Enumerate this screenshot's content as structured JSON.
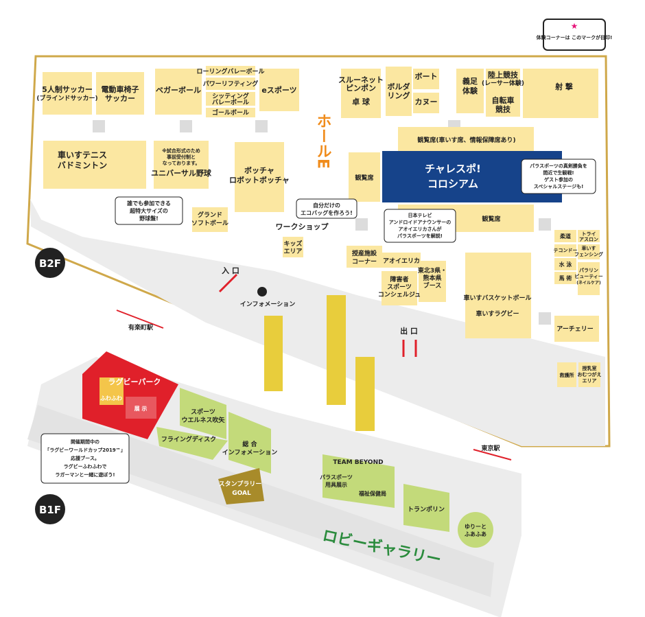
{
  "legend": {
    "note": "体験コーナーは このマークが目印!",
    "star_symbol": "★"
  },
  "floors": {
    "b2f": "B2F",
    "b1f": "B1F"
  },
  "hall": {
    "name": "ホールE"
  },
  "b2f": {
    "booths": {
      "soccer5": [
        "5人制サッカー",
        "(ブラインドサッカー)"
      ],
      "powerchair_soccer": [
        "電動車椅子",
        "サッカー"
      ],
      "boccia_ball": "ベガーボール",
      "rolling": "ローリングバレーボール",
      "powerlifting": "パワーリフティング",
      "sitting_volley": [
        "シッティング",
        "バレーボール"
      ],
      "goalball": "ゴールボール",
      "esports": "eスポーツ",
      "sloop": [
        "スルーネット",
        "ピンポン"
      ],
      "table_tennis": "卓 球",
      "bouldering": [
        "ボルダ",
        "リング"
      ],
      "boat": "ボート",
      "canoe": "カヌー",
      "prosthetics": [
        "義足",
        "体験"
      ],
      "athletics": [
        "陸上競技",
        "(レーサー体験)"
      ],
      "wheelchair_race": [
        "自転車",
        "競技"
      ],
      "shooting": "射 撃",
      "wc_tennis": [
        "車いすテニス",
        "バドミントン"
      ],
      "universal_baseball": "ユニバーサル野球",
      "universal_note": [
        "※試合形式のため",
        "事前受付制と",
        "なっております。"
      ],
      "boccia": [
        "ボッチャ",
        "ロボットボッチャ"
      ],
      "ground_softball": [
        "グランド",
        "ソフトボール"
      ],
      "workshop": "ワークショップ",
      "kids": [
        "キッズ",
        "エリア"
      ],
      "seats_top": "観覧席(車いす席、情報保障席あり)",
      "seats_left": "観覧席",
      "seats_bottom": "観覧席",
      "colosseum": [
        "チャレスポ!",
        "コロシアム"
      ],
      "support": [
        "授産施設",
        "コーナー"
      ],
      "aoi": "アオイエリカ",
      "concierge": [
        "障害者",
        "スポーツ",
        "コンシェルジュ"
      ],
      "tohoku": [
        "東北3県・",
        "熊本県",
        "ブース"
      ],
      "wc_basket": "車いすバスケットボール",
      "wc_rugby": "車いすラグビー",
      "judo": "柔道",
      "triathlon": [
        "トライ",
        "アスロン"
      ],
      "taekwondo": "テコンドー",
      "wc_fencing": [
        "車いす",
        "フェンシング"
      ],
      "swimming": "水 泳",
      "para_beauty": [
        "パラリン",
        "ビューティー",
        "(ネイルケア)"
      ],
      "equestrian": "馬 術",
      "archery": "アーチェリー",
      "first_aid": "救護所",
      "nursing": [
        "授乳室",
        "おむつがえ",
        "エリア"
      ],
      "entrance": "入 口",
      "info": "インフォメーション",
      "exit": "出 口"
    },
    "callouts": {
      "baseball": [
        "誰でも参加できる",
        "超特大サイズの",
        "野球盤!"
      ],
      "eco": [
        "自分だけの",
        "エコバッグを作ろう!"
      ],
      "ntv": [
        "日本テレビ",
        "アンドロイドアナウンサーの",
        "アオイエリカさんが",
        "パラスポーツを解説!"
      ],
      "colosseum": [
        "パラスポーツの真剣勝負を",
        "間近で生観戦!",
        "ゲスト参加の",
        "スペシャルステージも!"
      ]
    }
  },
  "b1f": {
    "station_left": "有楽町駅",
    "station_right": "東京駅",
    "rugby_park": "ラグビーパーク",
    "fuwafuwa": "ふわふわ",
    "exhibit": "展 示",
    "wellness": [
      "スポーツ",
      "ウエルネス吹矢"
    ],
    "flying_disc": "フライングディスク",
    "general_info": [
      "総 合",
      "インフォメーション"
    ],
    "stamp_goal": [
      "スタンプラリー",
      "GOAL"
    ],
    "team_beyond": "TEAM BEYOND",
    "para_gear": [
      "パラスポーツ",
      "用具展示"
    ],
    "welfare": "福祉保健局",
    "trampoline": "トランポリン",
    "yuri": [
      "ゆりーと",
      "ふあふあ"
    ],
    "lobby": "ロビーギャラリー",
    "rugby_note": [
      "開催期間中の",
      "「ラグビーワールドカップ2019™」",
      "応援ブース。",
      "ラグビーふわふわで",
      "ラガーマンと一緒に遊ぼう!"
    ]
  },
  "colors": {
    "booth": "#fbe7a1",
    "gold": "#d4b33a",
    "navy": "#16438a",
    "green": "#c3da7a",
    "red": "#e0202a",
    "yellow": "#e8cd3c",
    "pink": "#e6167a"
  }
}
